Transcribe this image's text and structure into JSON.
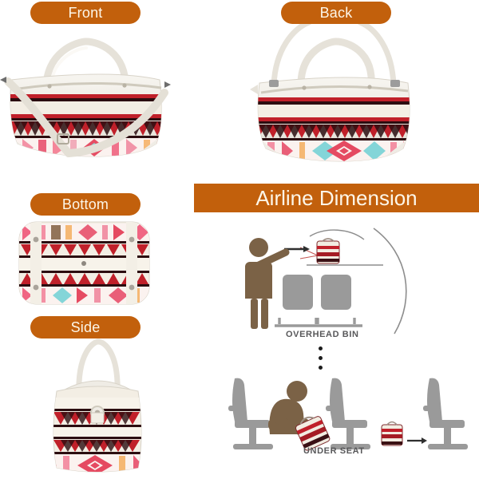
{
  "badges": {
    "front": "Front",
    "back": "Back",
    "bottom": "Bottom",
    "side": "Side"
  },
  "banner": {
    "title": "Airline Dimension"
  },
  "diagram": {
    "overhead_label": "OVERHEAD BIN",
    "underseat_label": "UNDER SEAT"
  },
  "colors": {
    "badge_background": "#c2600c",
    "badge_text": "#fdf6e8",
    "banner_background": "#c2600c",
    "banner_text": "#fdf6e8",
    "seat_gray": "#9a9a9a",
    "person_brown": "#7b6246",
    "bag_red": "#c0202a",
    "bag_dark": "#3a1014",
    "bag_cream": "#f2ece1",
    "leather_white": "#efece5",
    "diagram_label_gray": "#58585a",
    "cabin_outline": "#8d8d8d",
    "page_background": "#ffffff"
  },
  "product": {
    "views": [
      "Front",
      "Back",
      "Bottom",
      "Side"
    ],
    "description": "Aztec pattern duffel weekender bag, cream leather trim with red, pink and black woven geometric panels"
  }
}
